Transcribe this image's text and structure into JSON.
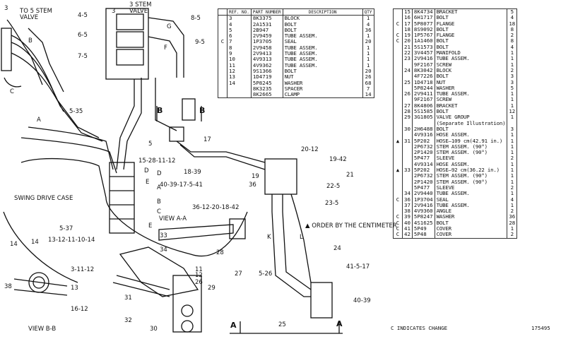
{
  "diagram_labels": {
    "to_5_stem_valve": "TO 5 STEM\nVALVE",
    "three_stem_valve": "3 STEM\nVALVE",
    "swing_drive_case": "SWING DRIVE CASE",
    "view_aa": "VIEW A-A",
    "view_bb": "VIEW B-B",
    "order_note": "▲ ORDER BY THE CENTIMETER",
    "callouts": [
      "3",
      "4-5",
      "6-5",
      "7-5",
      "B",
      "C",
      "A",
      "3",
      "G",
      "8-5",
      "9-5",
      "F",
      "E",
      "D",
      "5-35",
      "B",
      "B",
      "5",
      "17",
      "15-28-11-12",
      "18-39",
      "14",
      "D",
      "A",
      "B",
      "C",
      "E",
      "40-39-17-5-41",
      "5-37",
      "13-12-11-10-14",
      "20-12",
      "19-42",
      "19",
      "36",
      "21",
      "22-5",
      "23-5",
      "36-12-20-18-42",
      "K",
      "L",
      "33",
      "34",
      "28",
      "27",
      "11",
      "12",
      "29",
      "26",
      "31",
      "32",
      "30",
      "14",
      "3-11-12",
      "38",
      "13",
      "16-12",
      "5-26",
      "24",
      "41-5-17",
      "40-39",
      "25",
      "A",
      "A"
    ]
  },
  "table1": {
    "headers": [
      "REF. NO.",
      "PART NUMBER",
      "DESCRIPTION",
      "QTY"
    ],
    "rows": [
      {
        "mark": "",
        "ref": "3",
        "part": "8K3375",
        "desc": "BLOCK",
        "qty": "1"
      },
      {
        "mark": "",
        "ref": "4",
        "part": "2A1531",
        "desc": "BOLT",
        "qty": "4"
      },
      {
        "mark": "",
        "ref": "5",
        "part": "2B947",
        "desc": "BOLT",
        "qty": "36"
      },
      {
        "mark": "",
        "ref": "6",
        "part": "2V9459",
        "desc": "TUBE ASSEM.",
        "qty": "1"
      },
      {
        "mark": "C",
        "ref": "7",
        "part": "1P3705",
        "desc": "SEAL",
        "qty": "20"
      },
      {
        "mark": "",
        "ref": "8",
        "part": "2V9458",
        "desc": "TUBE ASSEM.",
        "qty": "1"
      },
      {
        "mark": "",
        "ref": "9",
        "part": "2V9413",
        "desc": "TUBE ASSEM.",
        "qty": "1"
      },
      {
        "mark": "",
        "ref": "10",
        "part": "4V9313",
        "desc": "TUBE ASSEM.",
        "qty": "1"
      },
      {
        "mark": "",
        "ref": "11",
        "part": "4V9362",
        "desc": "TUBE ASSEM.",
        "qty": "1"
      },
      {
        "mark": "",
        "ref": "12",
        "part": "9S1366",
        "desc": "BOLT",
        "qty": "20"
      },
      {
        "mark": "",
        "ref": "13",
        "part": "1D4719",
        "desc": "NUT",
        "qty": "26"
      },
      {
        "mark": "",
        "ref": "14",
        "part": "5P8245",
        "desc": "WASHER",
        "qty": "68"
      },
      {
        "mark": "",
        "ref": "",
        "part": "8K3235",
        "desc": "SPACER",
        "qty": "7"
      },
      {
        "mark": "",
        "ref": "",
        "part": "8K2665",
        "desc": "CLAMP",
        "qty": "14"
      }
    ]
  },
  "table2": {
    "rows": [
      {
        "mark": "",
        "ref": "15",
        "part": "8K4734",
        "desc": "BRACKET",
        "qty": "5"
      },
      {
        "mark": "",
        "ref": "16",
        "part": "6H1717",
        "desc": "BOLT",
        "qty": "4"
      },
      {
        "mark": "C",
        "ref": "17",
        "part": "5P8077",
        "desc": "FLANGE",
        "qty": "18"
      },
      {
        "mark": "",
        "ref": "18",
        "part": "8S9092",
        "desc": "BOLT",
        "qty": "8"
      },
      {
        "mark": "C",
        "ref": "19",
        "part": "1P5767",
        "desc": "FLANGE",
        "qty": "2"
      },
      {
        "mark": "C",
        "ref": "20",
        "part": "1A1460",
        "desc": "BOLT",
        "qty": "8"
      },
      {
        "mark": "",
        "ref": "21",
        "part": "5S1573",
        "desc": "BOLT",
        "qty": "4"
      },
      {
        "mark": "",
        "ref": "22",
        "part": "3V4457",
        "desc": "MANIFOLD",
        "qty": "1"
      },
      {
        "mark": "",
        "ref": "23",
        "part": "2V9416",
        "desc": "TUBE ASSEM.",
        "qty": "1"
      },
      {
        "mark": "",
        "ref": "",
        "part": "9F2167",
        "desc": "    SCREW",
        "qty": "1"
      },
      {
        "mark": "",
        "ref": "24",
        "part": "8K3042",
        "desc": "BLOCK",
        "qty": "2"
      },
      {
        "mark": "",
        "ref": "",
        "part": "4F7226",
        "desc": "BOLT",
        "qty": "3"
      },
      {
        "mark": "",
        "ref": "25",
        "part": "1D4718",
        "desc": "NUT",
        "qty": "3"
      },
      {
        "mark": "",
        "ref": "",
        "part": "5P8244",
        "desc": "WASHER",
        "qty": "5"
      },
      {
        "mark": "",
        "ref": "26",
        "part": "2V9411",
        "desc": "TUBE ASSEM.",
        "qty": "1"
      },
      {
        "mark": "",
        "ref": "",
        "part": "9F2167",
        "desc": "    SCREW",
        "qty": "1"
      },
      {
        "mark": "",
        "ref": "27",
        "part": "8K4806",
        "desc": "BRACKET",
        "qty": "1"
      },
      {
        "mark": "",
        "ref": "28",
        "part": "5S1585",
        "desc": "BOLT",
        "qty": "12"
      },
      {
        "mark": "",
        "ref": "29",
        "part": "3G1805",
        "desc": "VALVE GROUP",
        "qty": "1"
      },
      {
        "mark": "",
        "ref": "",
        "part": "",
        "desc": "(Separate Illustration)",
        "qty": ""
      },
      {
        "mark": "",
        "ref": "30",
        "part": "2H6488",
        "desc": "BOLT",
        "qty": "3"
      },
      {
        "mark": "",
        "ref": "",
        "part": "4V9316",
        "desc": "HOSE ASSEM.",
        "qty": "1"
      },
      {
        "mark": "▲",
        "ref": "31",
        "part": "5P202",
        "desc": "    HOSE—109 cm(42.91 in.)",
        "qty": "1"
      },
      {
        "mark": "",
        "ref": "",
        "part": "2P6732",
        "desc": "    STEM ASSEM. (90°)",
        "qty": "1"
      },
      {
        "mark": "",
        "ref": "",
        "part": "2P1420",
        "desc": "    STEM ASSEM. (90°)",
        "qty": "1"
      },
      {
        "mark": "",
        "ref": "",
        "part": "5P477",
        "desc": "    SLEEVE",
        "qty": "2"
      },
      {
        "mark": "",
        "ref": "",
        "part": "4V9314",
        "desc": "HOSE ASSEM.",
        "qty": "1"
      },
      {
        "mark": "▲",
        "ref": "33",
        "part": "5P202",
        "desc": "    HOSE—92 cm(36.22 in.)",
        "qty": "1"
      },
      {
        "mark": "",
        "ref": "",
        "part": "2P6732",
        "desc": "    STEM ASSEM. (90°)",
        "qty": "1"
      },
      {
        "mark": "",
        "ref": "",
        "part": "2P1420",
        "desc": "    STEM ASSEM. (90°)",
        "qty": "1"
      },
      {
        "mark": "",
        "ref": "",
        "part": "5P477",
        "desc": "    SLEEVE",
        "qty": "2"
      },
      {
        "mark": "",
        "ref": "34",
        "part": "2V9440",
        "desc": "TUBE ASSEM.",
        "qty": "1"
      },
      {
        "mark": "C",
        "ref": "36",
        "part": "1P3704",
        "desc": "SEAL",
        "qty": "4"
      },
      {
        "mark": "",
        "ref": "37",
        "part": "2V9416",
        "desc": "TUBE ASSEM.",
        "qty": "1"
      },
      {
        "mark": "",
        "ref": "38",
        "part": "4V9360",
        "desc": "ANGLE",
        "qty": "2"
      },
      {
        "mark": "C",
        "ref": "39",
        "part": "5P8247",
        "desc": "WASHER",
        "qty": "36"
      },
      {
        "mark": "C",
        "ref": "40",
        "part": "4S1625",
        "desc": "BOLT",
        "qty": "28"
      },
      {
        "mark": "C",
        "ref": "41",
        "part": "5P49",
        "desc": "COVER",
        "qty": "1"
      },
      {
        "mark": "C",
        "ref": "42",
        "part": "5P48",
        "desc": "COVER",
        "qty": "2"
      }
    ]
  },
  "footer": {
    "indicates_change": "C INDICATES CHANGE",
    "drawing_number": "175495"
  }
}
